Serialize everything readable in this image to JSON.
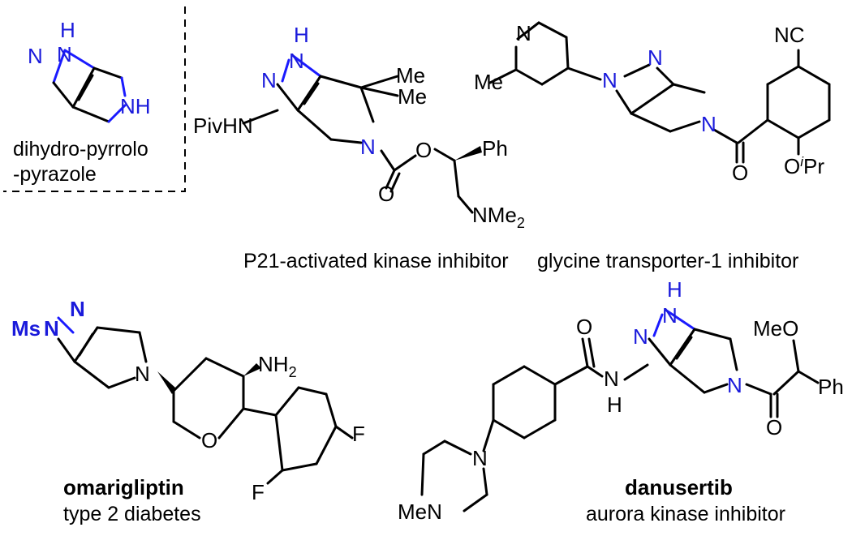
{
  "scaffold": {
    "caption_line1": "dihydro-pyrrolo",
    "caption_line2": "-pyrazole",
    "atoms": {
      "n1h": "H",
      "n1": "N",
      "n2": "N",
      "n5": "NH"
    }
  },
  "p21": {
    "caption": "P21-activated kinase inhibitor",
    "atoms": {
      "h": "H",
      "n1": "N",
      "n2": "N",
      "piv": "PivHN",
      "me1": "Me",
      "me2": "Me",
      "n5": "N",
      "o_ester": "O",
      "o_carbonyl": "O",
      "ph": "Ph",
      "nme2": "NMe",
      "nme2_sub": "2"
    }
  },
  "glyt1": {
    "caption": "glycine transporter-1 inhibitor",
    "atoms": {
      "pyr_n": "N",
      "me": "Me",
      "n1": "N",
      "n2": "N",
      "n5": "N",
      "nc": "NC",
      "o_carbonyl": "O",
      "o_ether": "O",
      "ipr_sup": "i",
      "ipr": "Pr"
    }
  },
  "omarigliptin": {
    "name": "omarigliptin",
    "caption": "type 2 diabetes",
    "atoms": {
      "ms": "Ms",
      "n1": "N",
      "n2": "N",
      "n5": "N",
      "nh2": "NH",
      "nh2_sub": "2",
      "o_ring": "O",
      "f1": "F",
      "f2": "F"
    }
  },
  "danusertib": {
    "name": "danusertib",
    "caption": "aurora kinase inhibitor",
    "atoms": {
      "h": "H",
      "n1": "N",
      "n2": "N",
      "amide_n": "N",
      "amide_h": "H",
      "amide_o": "O",
      "n5": "N",
      "meo": "MeO",
      "ph": "Ph",
      "o_carbonyl": "O",
      "pip_n": "N",
      "men": "MeN"
    }
  },
  "colors": {
    "highlight": "#1a1adb",
    "bond": "#000000",
    "divider": "#000000"
  }
}
